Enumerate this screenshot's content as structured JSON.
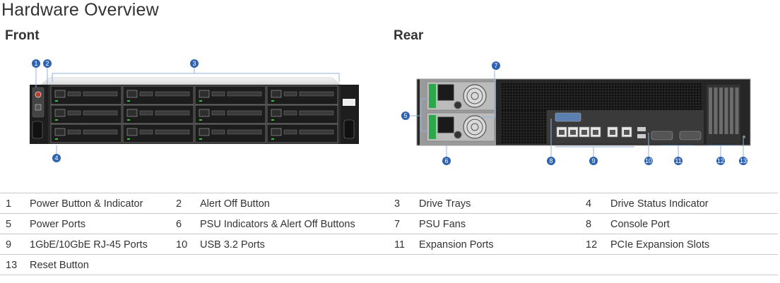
{
  "header": {
    "title": "Hardware Overview"
  },
  "sections": {
    "front_title": "Front",
    "rear_title": "Rear"
  },
  "front_callouts": [
    "1",
    "2",
    "3",
    "4"
  ],
  "rear_callouts": [
    "5",
    "6",
    "7",
    "8",
    "9",
    "10",
    "11",
    "12",
    "13"
  ],
  "legend": [
    {
      "num": "1",
      "label": "Power Button & Indicator"
    },
    {
      "num": "2",
      "label": "Alert Off Button"
    },
    {
      "num": "3",
      "label": "Drive Trays"
    },
    {
      "num": "4",
      "label": "Drive Status Indicator"
    },
    {
      "num": "5",
      "label": "Power Ports"
    },
    {
      "num": "6",
      "label": "PSU Indicators & Alert Off Buttons"
    },
    {
      "num": "7",
      "label": "PSU Fans"
    },
    {
      "num": "8",
      "label": "Console Port"
    },
    {
      "num": "9",
      "label": "1GbE/10GbE RJ-45 Ports"
    },
    {
      "num": "10",
      "label": "USB 3.2 Ports"
    },
    {
      "num": "11",
      "label": "Expansion Ports"
    },
    {
      "num": "12",
      "label": "PCIe Expansion Slots"
    },
    {
      "num": "13",
      "label": "Reset Button"
    }
  ],
  "colors": {
    "callout": "#2f63b0",
    "leader": "#8fb1e0",
    "chassis": "#2a2a2a",
    "led": "#3fbf3f"
  },
  "icons": [
    "power-button-icon",
    "alert-off-button-icon",
    "drive-tray-icon",
    "psu-fan-icon",
    "console-port-icon",
    "rj45-port-icon",
    "usb-port-icon",
    "expansion-port-icon"
  ]
}
